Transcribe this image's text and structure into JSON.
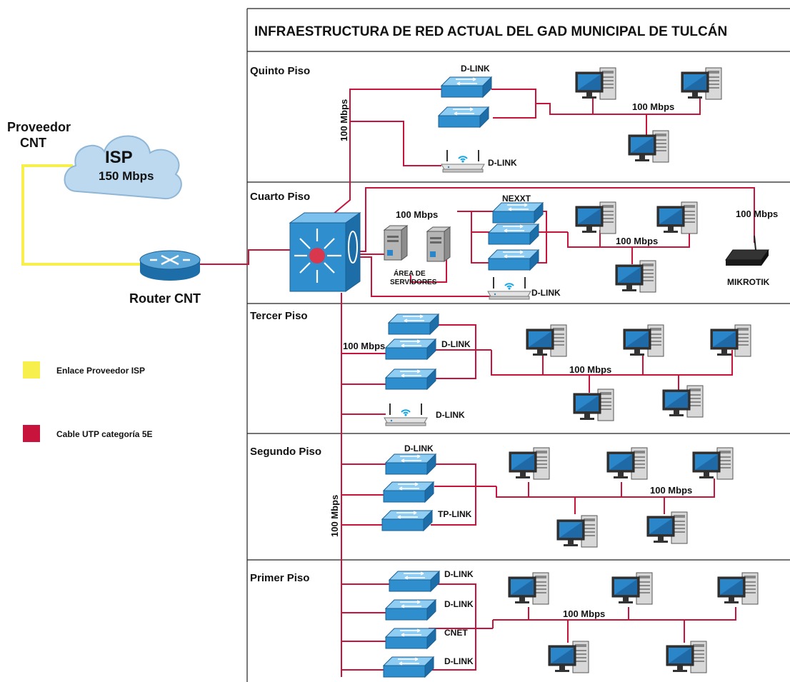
{
  "title": "INFRAESTRUCTURA DE RED ACTUAL DEL GAD MUNICIPAL DE TULCÁN",
  "provider": {
    "label_line1": "Proveedor",
    "label_line2": "CNT",
    "cloud_title": "ISP",
    "cloud_speed": "150 Mbps"
  },
  "router": {
    "label": "Router CNT"
  },
  "legend": [
    {
      "label": "Enlace Proveedor ISP",
      "color": "#f6ef4c"
    },
    {
      "label": "Cable UTP categoría 5E",
      "color": "#c8143c"
    }
  ],
  "floors": {
    "quinto": {
      "name": "Quinto Piso",
      "switch_label": "D-LINK",
      "ap_label": "D-LINK",
      "speed": "100 Mbps",
      "riser_speed": "100 Mbps"
    },
    "cuarto": {
      "name": "Cuarto Piso",
      "switch_label": "NEXXT",
      "ap_label": "D-LINK",
      "speed_servers": "100 Mbps",
      "speed_pcs": "100 Mbps",
      "speed_mikrotik": "100 Mbps",
      "mikrotik_label": "MIKROTIK",
      "servers_line1": "ÁREA DE",
      "servers_line2": "SERVIDORES"
    },
    "tercer": {
      "name": "Tercer Piso",
      "switch_label": "D-LINK",
      "ap_label": "D-LINK",
      "speed_uplink": "100 Mbps",
      "speed": "100 Mbps"
    },
    "segundo": {
      "name": "Segundo Piso",
      "switch_label_top": "D-LINK",
      "switch_label_bottom": "TP-LINK",
      "speed": "100 Mbps",
      "riser_speed": "100 Mbps"
    },
    "primer": {
      "name": "Primer Piso",
      "switch_labels": [
        "D-LINK",
        "D-LINK",
        "CNET",
        "D-LINK"
      ],
      "speed": "100 Mbps"
    }
  },
  "colors": {
    "cable": "#c8143c",
    "isp_link": "#f6ef4c",
    "switch_blue": "#2f8fce",
    "cloud": "#bcd9f0"
  },
  "icons": [
    "cloud-icon",
    "router-icon",
    "core-switch-icon",
    "switch-icon",
    "wifi-router-icon",
    "pc-icon",
    "server-icon",
    "mikrotik-icon"
  ]
}
